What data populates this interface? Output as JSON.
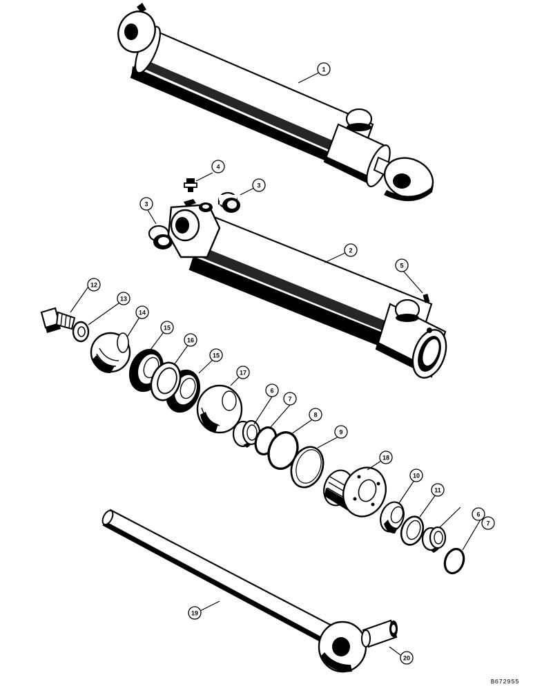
{
  "figure_code": "B672955",
  "callouts": [
    {
      "id": "1",
      "label": "1"
    },
    {
      "id": "2",
      "label": "2"
    },
    {
      "id": "3a",
      "label": "3"
    },
    {
      "id": "3b",
      "label": "3"
    },
    {
      "id": "4",
      "label": "4"
    },
    {
      "id": "5",
      "label": "5"
    },
    {
      "id": "6a",
      "label": "6"
    },
    {
      "id": "6b",
      "label": "6"
    },
    {
      "id": "7a",
      "label": "7"
    },
    {
      "id": "7b",
      "label": "7"
    },
    {
      "id": "8",
      "label": "8"
    },
    {
      "id": "9",
      "label": "9"
    },
    {
      "id": "10",
      "label": "10"
    },
    {
      "id": "11",
      "label": "11"
    },
    {
      "id": "12",
      "label": "12"
    },
    {
      "id": "13",
      "label": "13"
    },
    {
      "id": "14",
      "label": "14"
    },
    {
      "id": "15a",
      "label": "15"
    },
    {
      "id": "15b",
      "label": "15"
    },
    {
      "id": "16",
      "label": "16"
    },
    {
      "id": "17",
      "label": "17"
    },
    {
      "id": "18",
      "label": "18"
    },
    {
      "id": "19",
      "label": "19"
    },
    {
      "id": "20",
      "label": "20"
    }
  ]
}
